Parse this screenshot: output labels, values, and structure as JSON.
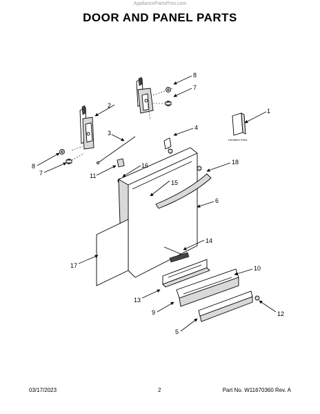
{
  "watermark": "AppliancePartsPros.com",
  "title": "DOOR AND PANEL PARTS",
  "literature_label": "Literature Parts",
  "callouts": {
    "c1": "1",
    "c2": "2",
    "c3": "3",
    "c4": "4",
    "c5": "5",
    "c6": "6",
    "c7a": "7",
    "c7b": "7",
    "c8a": "8",
    "c8b": "8",
    "c9": "9",
    "c10": "10",
    "c11": "11",
    "c12": "12",
    "c13": "13",
    "c14": "14",
    "c15": "15",
    "c16": "16",
    "c17": "17",
    "c18": "18"
  },
  "footer": {
    "date": "03/17/2023",
    "page": "2",
    "part_info": "Part No. W11670360  Rev. A"
  }
}
